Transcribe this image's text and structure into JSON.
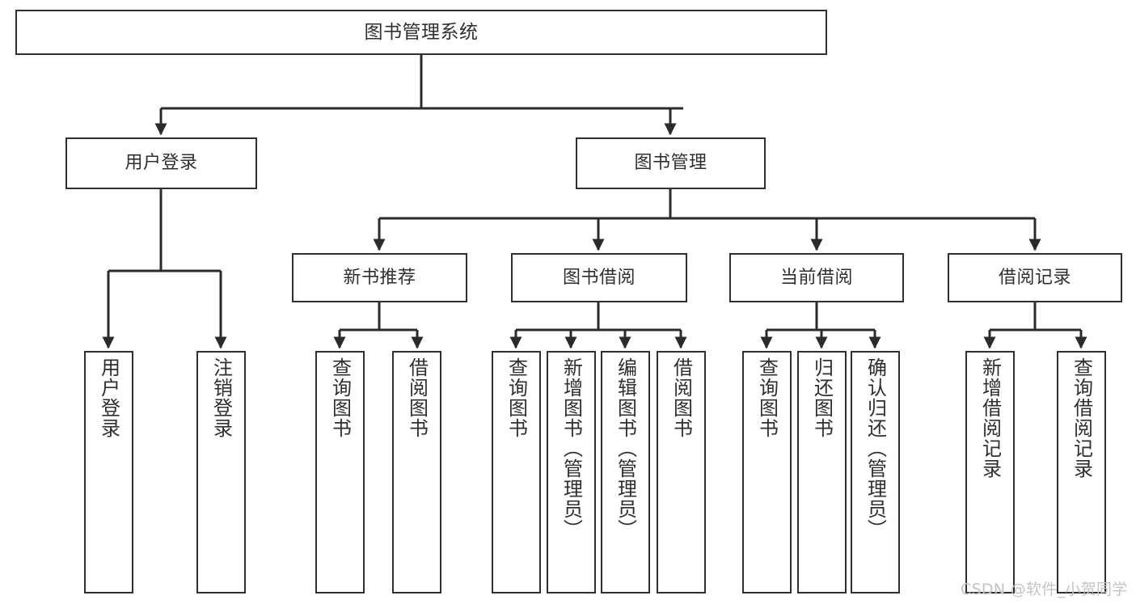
{
  "diagram": {
    "type": "tree-hierarchy-chart",
    "title": "图书管理系统",
    "watermark": "CSDN @软件_小贺同学",
    "colors": {
      "background": "#ffffff",
      "box_border": "#30302f",
      "box_fill": "#ffffff",
      "text": "#2f2f2f",
      "edge": "#2b2b2b",
      "watermark": "#c4c4c4"
    },
    "levels": {
      "root": {
        "label": "图书管理系统"
      },
      "level1": [
        {
          "label": "用户登录"
        },
        {
          "label": "图书管理"
        }
      ],
      "level2": [
        {
          "label": "新书推荐"
        },
        {
          "label": "图书借阅"
        },
        {
          "label": "当前借阅"
        },
        {
          "label": "借阅记录"
        }
      ],
      "leaves": {
        "user_login": [
          {
            "label": "用户登录"
          },
          {
            "label": "注销登录"
          }
        ],
        "new_book_recommend": [
          {
            "label": "查询图书"
          },
          {
            "label": "借阅图书"
          }
        ],
        "book_borrow": [
          {
            "label": "查询图书"
          },
          {
            "label": "新增图书（管理员）"
          },
          {
            "label": "编辑图书（管理员）"
          },
          {
            "label": "借阅图书"
          }
        ],
        "current_borrow": [
          {
            "label": "查询图书"
          },
          {
            "label": "归还图书"
          },
          {
            "label": "确认归还（管理员）"
          }
        ],
        "borrow_record": [
          {
            "label": "新增借阅记录"
          },
          {
            "label": "查询借阅记录"
          }
        ]
      }
    }
  }
}
